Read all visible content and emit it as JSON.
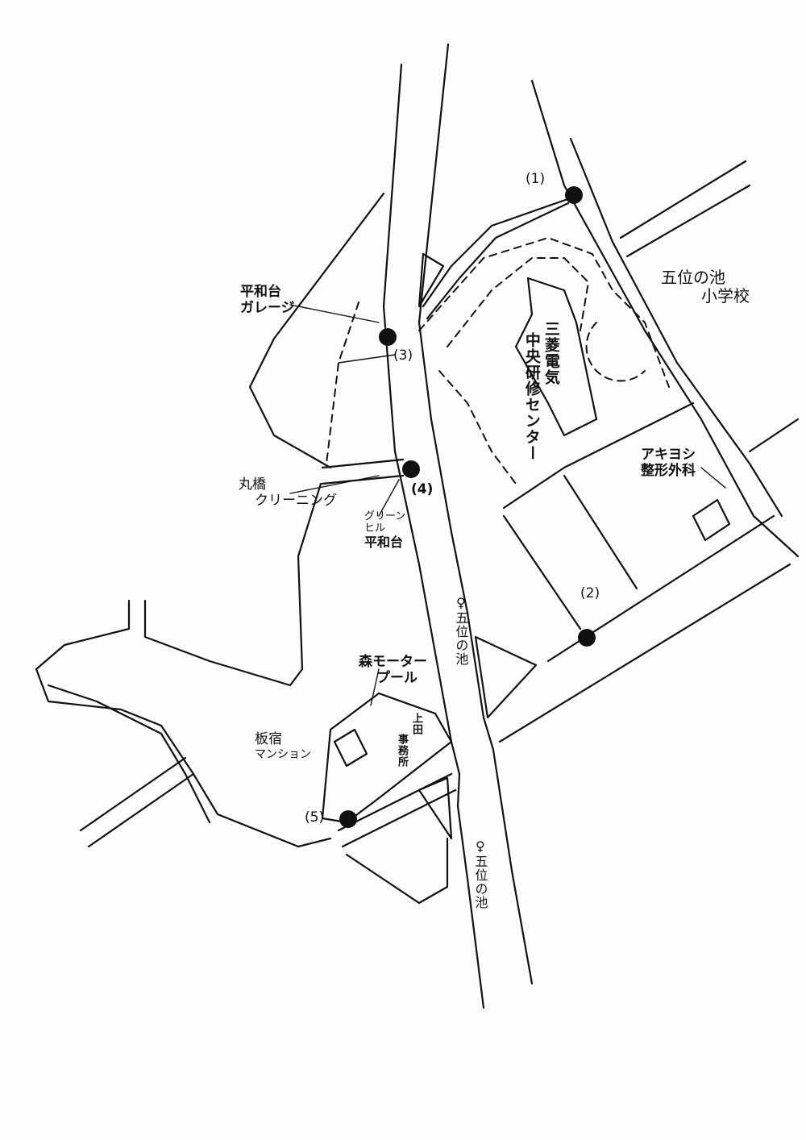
{
  "points": [
    {
      "label": "(1)"
    },
    {
      "label": "(2)"
    },
    {
      "label": "(3)"
    },
    {
      "label": "(4)"
    },
    {
      "label": "(5)"
    }
  ],
  "places": {
    "school": {
      "line1": "五位の池",
      "line2": "小学校"
    },
    "heiwadai_garage": {
      "line1": "平和台",
      "line2": "ガレージ"
    },
    "marubashi_cleaning": {
      "line1": "丸橋",
      "line2": "クリーニング"
    },
    "green_hill": {
      "line1": "グリーン",
      "line2": "ヒル",
      "line3": "平和台"
    },
    "mitsubishi": {
      "line1": "三菱電気",
      "line2": "中央研修センター"
    },
    "akiyoshi": {
      "line1": "アキヨシ",
      "line2": "整形外科"
    },
    "mori_motor_pool": {
      "line1": "森モーター",
      "line2": "プール"
    },
    "itamiya_mansion": {
      "line1": "板宿",
      "line2": "マンション"
    },
    "ueda_office": {
      "line1": "上田",
      "line2": "事務所"
    },
    "bus_stop_upper": "♀五位の池",
    "bus_stop_lower": "♀五位の池"
  }
}
